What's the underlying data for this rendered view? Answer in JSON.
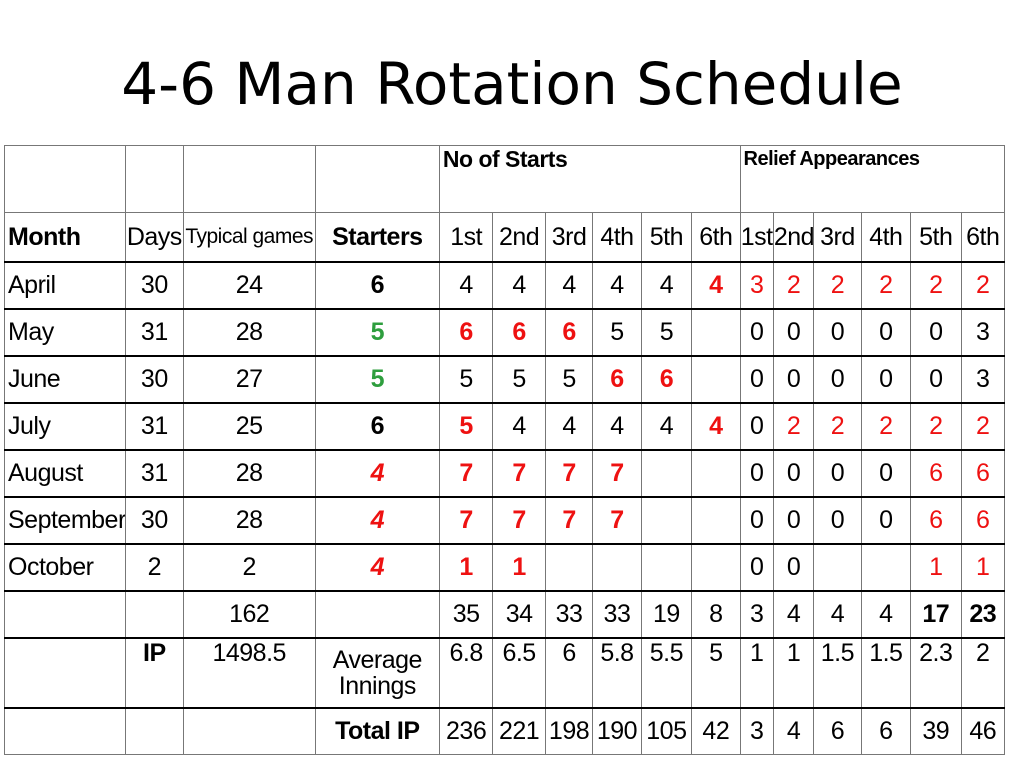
{
  "title": "4-6 Man Rotation Schedule",
  "colors": {
    "red": "#ee1111",
    "green": "#2e9e3e",
    "black": "#000000"
  },
  "header": {
    "starts_group": "No of Starts",
    "relief_group": "Relief Appearances",
    "month": "Month",
    "days": "Days",
    "typical_games": "Typical games",
    "starters": "Starters",
    "slots": [
      "1st",
      "2nd",
      "3rd",
      "4th",
      "5th",
      "6th"
    ]
  },
  "months": [
    {
      "month": "April",
      "days": "30",
      "games": "24",
      "starters": {
        "v": "6",
        "c": "black"
      },
      "starts": [
        {
          "v": "4",
          "c": "black"
        },
        {
          "v": "4",
          "c": "black"
        },
        {
          "v": "4",
          "c": "black"
        },
        {
          "v": "4",
          "c": "black"
        },
        {
          "v": "4",
          "c": "black"
        },
        {
          "v": "4",
          "c": "red"
        }
      ],
      "relief": [
        {
          "v": "3",
          "c": "red"
        },
        {
          "v": "2",
          "c": "red"
        },
        {
          "v": "2",
          "c": "red"
        },
        {
          "v": "2",
          "c": "red"
        },
        {
          "v": "2",
          "c": "red"
        },
        {
          "v": "2",
          "c": "red"
        }
      ]
    },
    {
      "month": "May",
      "days": "31",
      "games": "28",
      "starters": {
        "v": "5",
        "c": "green"
      },
      "starts": [
        {
          "v": "6",
          "c": "red"
        },
        {
          "v": "6",
          "c": "red"
        },
        {
          "v": "6",
          "c": "red"
        },
        {
          "v": "5",
          "c": "black"
        },
        {
          "v": "5",
          "c": "black"
        },
        {
          "v": "",
          "c": "black"
        }
      ],
      "relief": [
        {
          "v": "0",
          "c": "black"
        },
        {
          "v": "0",
          "c": "black"
        },
        {
          "v": "0",
          "c": "black"
        },
        {
          "v": "0",
          "c": "black"
        },
        {
          "v": "0",
          "c": "black"
        },
        {
          "v": "3",
          "c": "black"
        }
      ]
    },
    {
      "month": "June",
      "days": "30",
      "games": "27",
      "starters": {
        "v": "5",
        "c": "green"
      },
      "starts": [
        {
          "v": "5",
          "c": "black"
        },
        {
          "v": "5",
          "c": "black"
        },
        {
          "v": "5",
          "c": "black"
        },
        {
          "v": "6",
          "c": "red"
        },
        {
          "v": "6",
          "c": "red"
        },
        {
          "v": "",
          "c": "black"
        }
      ],
      "relief": [
        {
          "v": "0",
          "c": "black"
        },
        {
          "v": "0",
          "c": "black"
        },
        {
          "v": "0",
          "c": "black"
        },
        {
          "v": "0",
          "c": "black"
        },
        {
          "v": "0",
          "c": "black"
        },
        {
          "v": "3",
          "c": "black"
        }
      ]
    },
    {
      "month": "July",
      "days": "31",
      "games": "25",
      "starters": {
        "v": "6",
        "c": "black"
      },
      "starts": [
        {
          "v": "5",
          "c": "red"
        },
        {
          "v": "4",
          "c": "black"
        },
        {
          "v": "4",
          "c": "black"
        },
        {
          "v": "4",
          "c": "black"
        },
        {
          "v": "4",
          "c": "black"
        },
        {
          "v": "4",
          "c": "red"
        }
      ],
      "relief": [
        {
          "v": "0",
          "c": "black"
        },
        {
          "v": "2",
          "c": "red"
        },
        {
          "v": "2",
          "c": "red"
        },
        {
          "v": "2",
          "c": "red"
        },
        {
          "v": "2",
          "c": "red"
        },
        {
          "v": "2",
          "c": "red"
        }
      ]
    },
    {
      "month": "August",
      "days": "31",
      "games": "28",
      "starters": {
        "v": "4",
        "c": "red"
      },
      "starts": [
        {
          "v": "7",
          "c": "red"
        },
        {
          "v": "7",
          "c": "red"
        },
        {
          "v": "7",
          "c": "red"
        },
        {
          "v": "7",
          "c": "red"
        },
        {
          "v": "",
          "c": "black"
        },
        {
          "v": "",
          "c": "black"
        }
      ],
      "relief": [
        {
          "v": "0",
          "c": "black"
        },
        {
          "v": "0",
          "c": "black"
        },
        {
          "v": "0",
          "c": "black"
        },
        {
          "v": "0",
          "c": "black"
        },
        {
          "v": "6",
          "c": "red"
        },
        {
          "v": "6",
          "c": "red"
        }
      ]
    },
    {
      "month": "September",
      "days": "30",
      "games": "28",
      "starters": {
        "v": "4",
        "c": "red"
      },
      "starts": [
        {
          "v": "7",
          "c": "red"
        },
        {
          "v": "7",
          "c": "red"
        },
        {
          "v": "7",
          "c": "red"
        },
        {
          "v": "7",
          "c": "red"
        },
        {
          "v": "",
          "c": "black"
        },
        {
          "v": "",
          "c": "black"
        }
      ],
      "relief": [
        {
          "v": "0",
          "c": "black"
        },
        {
          "v": "0",
          "c": "black"
        },
        {
          "v": "0",
          "c": "black"
        },
        {
          "v": "0",
          "c": "black"
        },
        {
          "v": "6",
          "c": "red"
        },
        {
          "v": "6",
          "c": "red"
        }
      ]
    },
    {
      "month": "October",
      "days": "2",
      "games": "2",
      "starters": {
        "v": "4",
        "c": "red"
      },
      "starts": [
        {
          "v": "1",
          "c": "red"
        },
        {
          "v": "1",
          "c": "red"
        },
        {
          "v": "",
          "c": "black"
        },
        {
          "v": "",
          "c": "black"
        },
        {
          "v": "",
          "c": "black"
        },
        {
          "v": "",
          "c": "black"
        }
      ],
      "relief": [
        {
          "v": "0",
          "c": "black"
        },
        {
          "v": "0",
          "c": "black"
        },
        {
          "v": "",
          "c": "black"
        },
        {
          "v": "",
          "c": "black"
        },
        {
          "v": "1",
          "c": "red"
        },
        {
          "v": "1",
          "c": "red"
        }
      ]
    }
  ],
  "totals": {
    "games": "162",
    "starts": [
      "35",
      "34",
      "33",
      "33",
      "19",
      "8"
    ],
    "relief": [
      "3",
      "4",
      "4",
      "4",
      "17",
      "23"
    ],
    "relief_bold": [
      false,
      false,
      false,
      false,
      true,
      true
    ]
  },
  "ip_row": {
    "label": "IP",
    "value": "1498.5",
    "avg_label": "Average Innings",
    "starts": [
      "6.8",
      "6.5",
      "6",
      "5.8",
      "5.5",
      "5"
    ],
    "relief": [
      "1",
      "1",
      "1.5",
      "1.5",
      "2.3",
      "2"
    ]
  },
  "total_ip_row": {
    "label": "Total IP",
    "starts": [
      "236",
      "221",
      "198",
      "190",
      "105",
      "42"
    ],
    "relief": [
      "3",
      "4",
      "6",
      "6",
      "39",
      "46"
    ]
  }
}
